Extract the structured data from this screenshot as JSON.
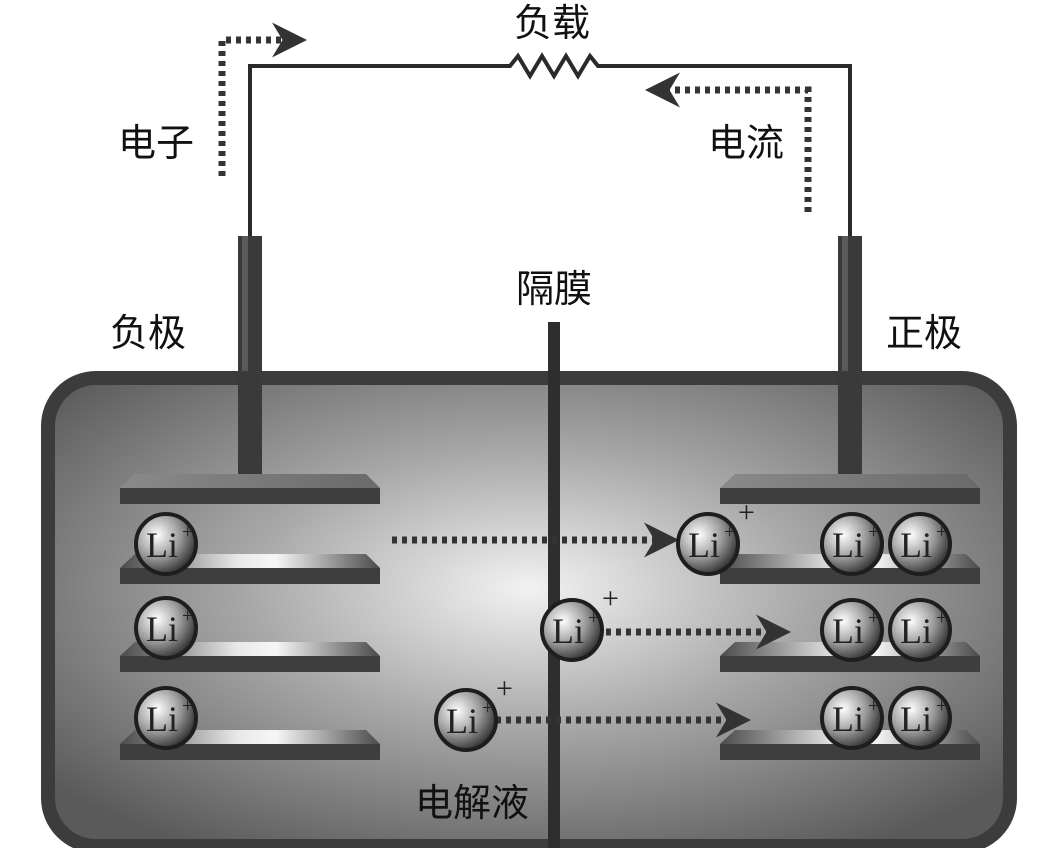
{
  "labels": {
    "load": "负载",
    "electron": "电子",
    "current": "电流",
    "separator": "隔膜",
    "anode": "负极",
    "cathode": "正极",
    "electrolyte": "电解液"
  },
  "ion": {
    "symbol": "Li",
    "charge": "+"
  },
  "colors": {
    "wire": "#2a2a2a",
    "container_border": "#3c3c3c",
    "plate": "#5a5a5a",
    "arrow": "#3a3a3a"
  }
}
